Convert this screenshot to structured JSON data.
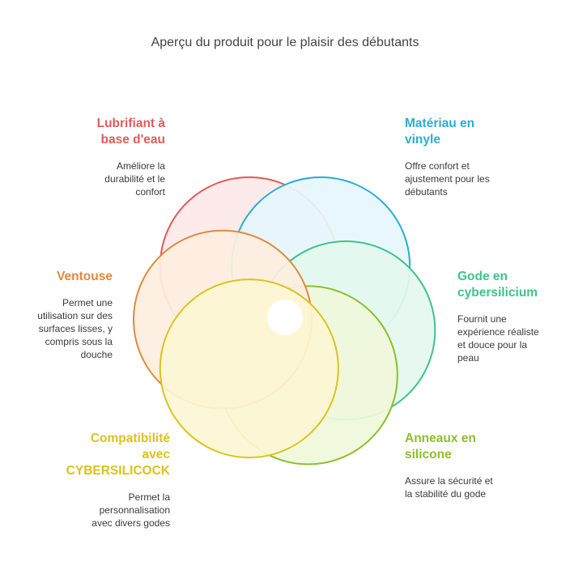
{
  "title": "Aperçu du produit pour le plaisir des débutants",
  "items": [
    {
      "heading_lines": [
        "Lubrifiant à",
        "base d'eau"
      ],
      "description_lines": [
        "Améliore la",
        "durabilité et le",
        "confort"
      ],
      "color": "#e05a5a",
      "fill": "#fde8e8"
    },
    {
      "heading_lines": [
        "Matériau en",
        "vinyle"
      ],
      "description_lines": [
        "Offre confort et",
        "ajustement pour les",
        "débutants"
      ],
      "color": "#2aaed0",
      "fill": "#e6f6fc"
    },
    {
      "heading_lines": [
        "Gode en",
        "cybersilicium"
      ],
      "description_lines": [
        "Fournit une",
        "expérience réaliste",
        "et douce pour la",
        "peau"
      ],
      "color": "#3cc48a",
      "fill": "#e4f7ee"
    },
    {
      "heading_lines": [
        "Anneaux en",
        "silicone"
      ],
      "description_lines": [
        "Assure la sécurité et",
        "la stabilité du gode"
      ],
      "color": "#8cbf2c",
      "fill": "#eff7dc"
    },
    {
      "heading_lines": [
        "Compatibilité",
        "avec",
        "CYBERSILICOCK"
      ],
      "description_lines": [
        "Permet la",
        "personnalisation",
        "avec divers godes"
      ],
      "color": "#dcc21a",
      "fill": "#fcf6d4"
    },
    {
      "heading_lines": [
        "Ventouse"
      ],
      "description_lines": [
        "Permet une",
        "utilisation sur des",
        "surfaces lisses, y",
        "compris sous la",
        "douche"
      ],
      "color": "#e08a3c",
      "fill": "#fdeee0"
    }
  ]
}
